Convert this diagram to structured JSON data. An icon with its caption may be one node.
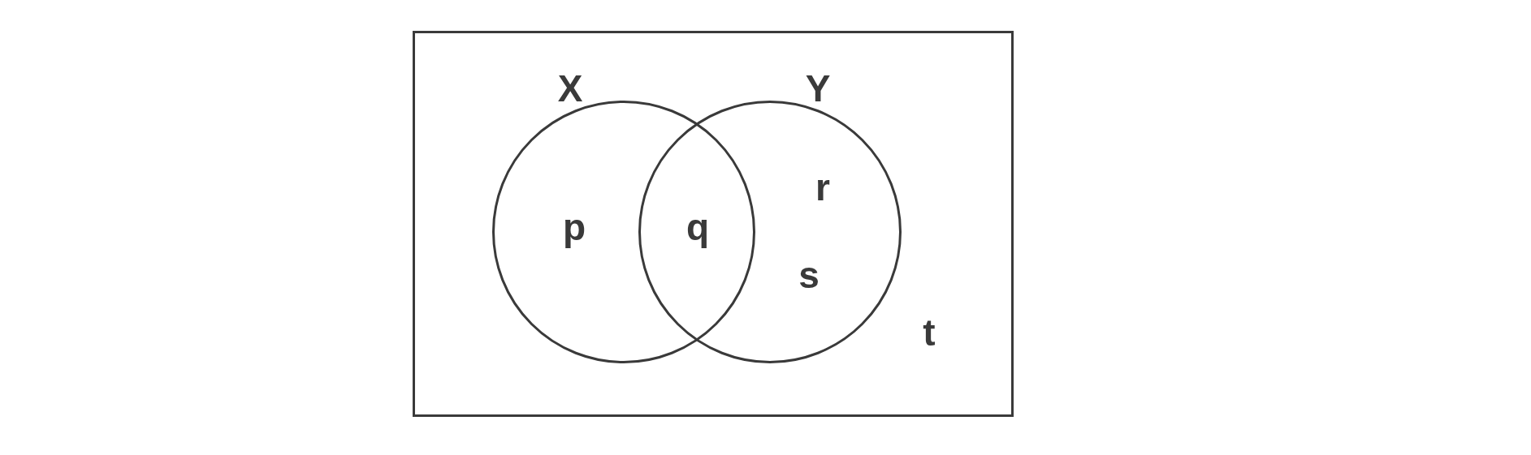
{
  "diagram": {
    "nodes": [
      {
        "text": [
          "t"
        ]
      },
      {
        "text": [
          "X",
          "p"
        ],
        "in": 0
      },
      {
        "text": [
          "Y",
          "r",
          "s"
        ],
        "in": 0
      }
    ],
    "labels": [
      "q"
    ]
  }
}
